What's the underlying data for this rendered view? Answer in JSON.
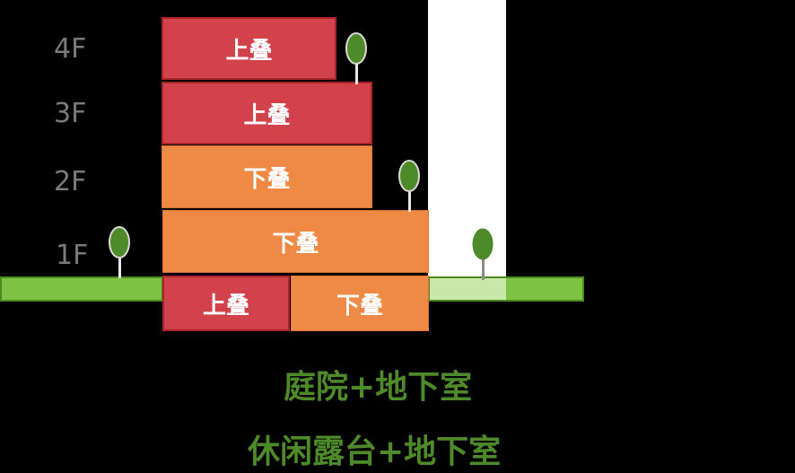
{
  "floors": [
    "4F",
    "3F",
    "2F",
    "1F"
  ],
  "blocks": {
    "f4": "上叠",
    "f3": "上叠",
    "f2": "下叠",
    "f1": "下叠",
    "b_left": "上叠",
    "b_right": "下叠"
  },
  "captions": {
    "line1": "庭院+地下室",
    "line2": "休闲露台+地下室"
  },
  "colors": {
    "upper": "#d2424b",
    "lower": "#ee8a45",
    "ground": "#7dc242",
    "caption": "#4f8a2a"
  }
}
